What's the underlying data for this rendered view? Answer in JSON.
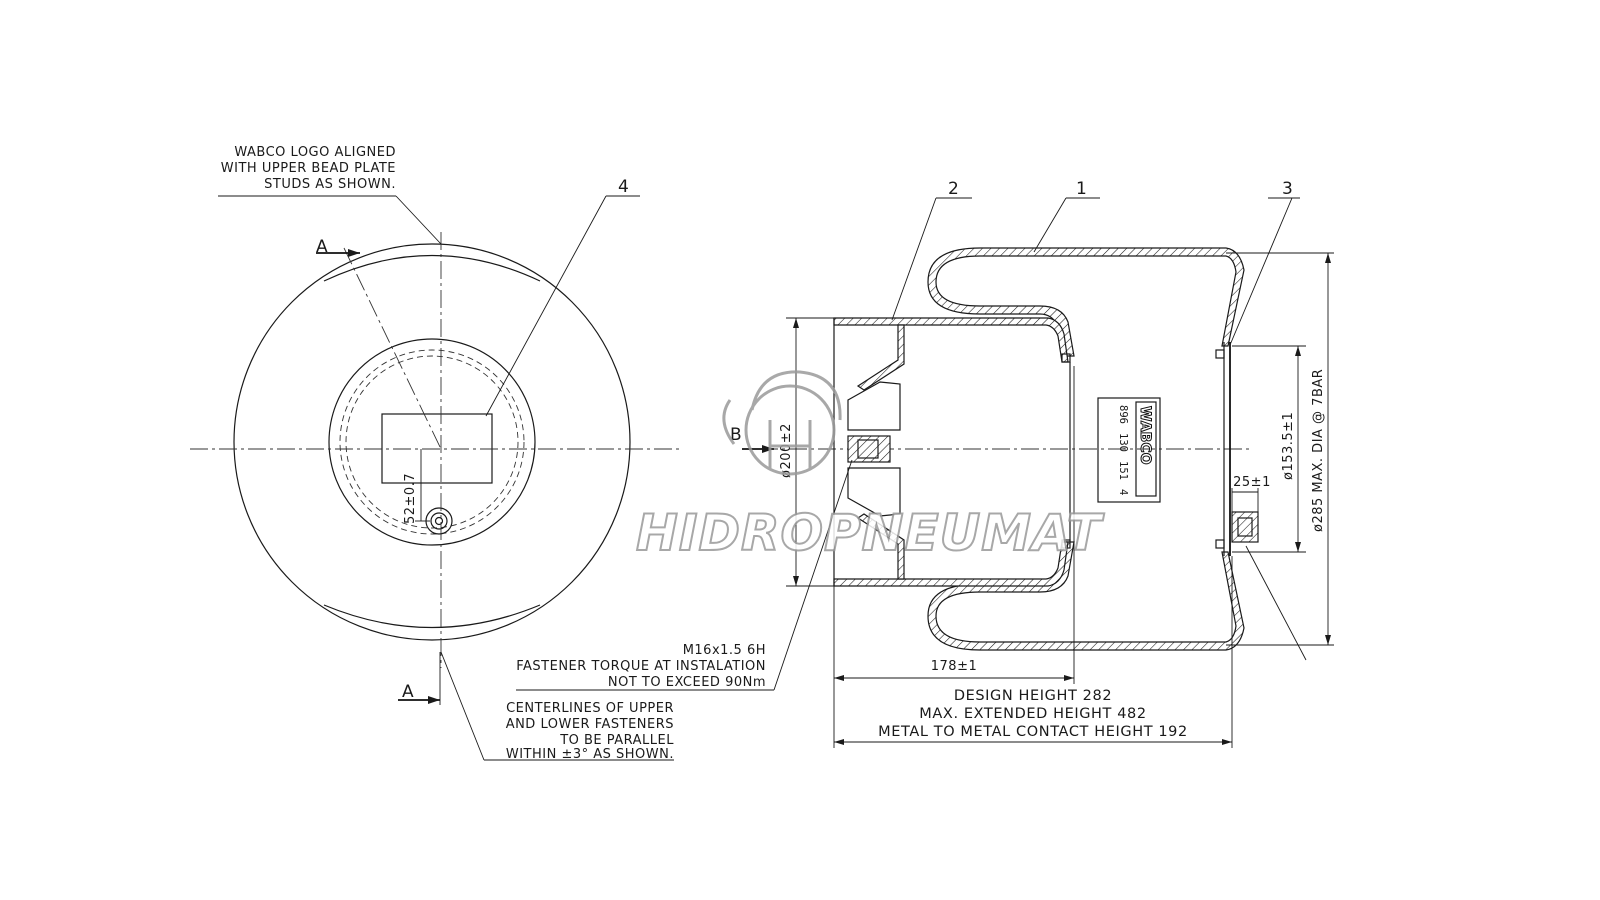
{
  "notes": {
    "logo_note": [
      "WABCO LOGO ALIGNED",
      "WITH UPPER BEAD PLATE",
      "STUDS AS SHOWN."
    ],
    "fastener_note": [
      "M16x1.5 6H",
      "FASTENER TORQUE AT INSTALATION",
      "NOT TO EXCEED 90Nm"
    ],
    "centerline_note": [
      "CENTERLINES OF UPPER",
      "AND LOWER FASTENERS",
      "TO BE PARALLEL",
      "WITHIN ±3° AS SHOWN."
    ],
    "heights": [
      "DESIGN HEIGHT 282",
      "MAX. EXTENDED HEIGHT 482",
      "METAL TO METAL CONTACT HEIGHT 192"
    ]
  },
  "callouts": {
    "c1": "1",
    "c2": "2",
    "c3": "3",
    "c4": "4"
  },
  "section_marks": {
    "a_top": "A",
    "a_bottom": "A",
    "b": "B"
  },
  "dimensions": {
    "offset": "52±0.7",
    "dia_200": "ø200±2",
    "height_178": "178±1",
    "dia_153": "ø153.5±1",
    "offset_25": "25±1",
    "dia_285": "ø285 MAX. DIA @ 7BAR"
  },
  "label_plate": {
    "line1": "896",
    "line2": "130",
    "line3": "151",
    "line4": "4",
    "brand": "WABCO"
  },
  "watermark": {
    "text": "HIDROPNEUMAT"
  }
}
